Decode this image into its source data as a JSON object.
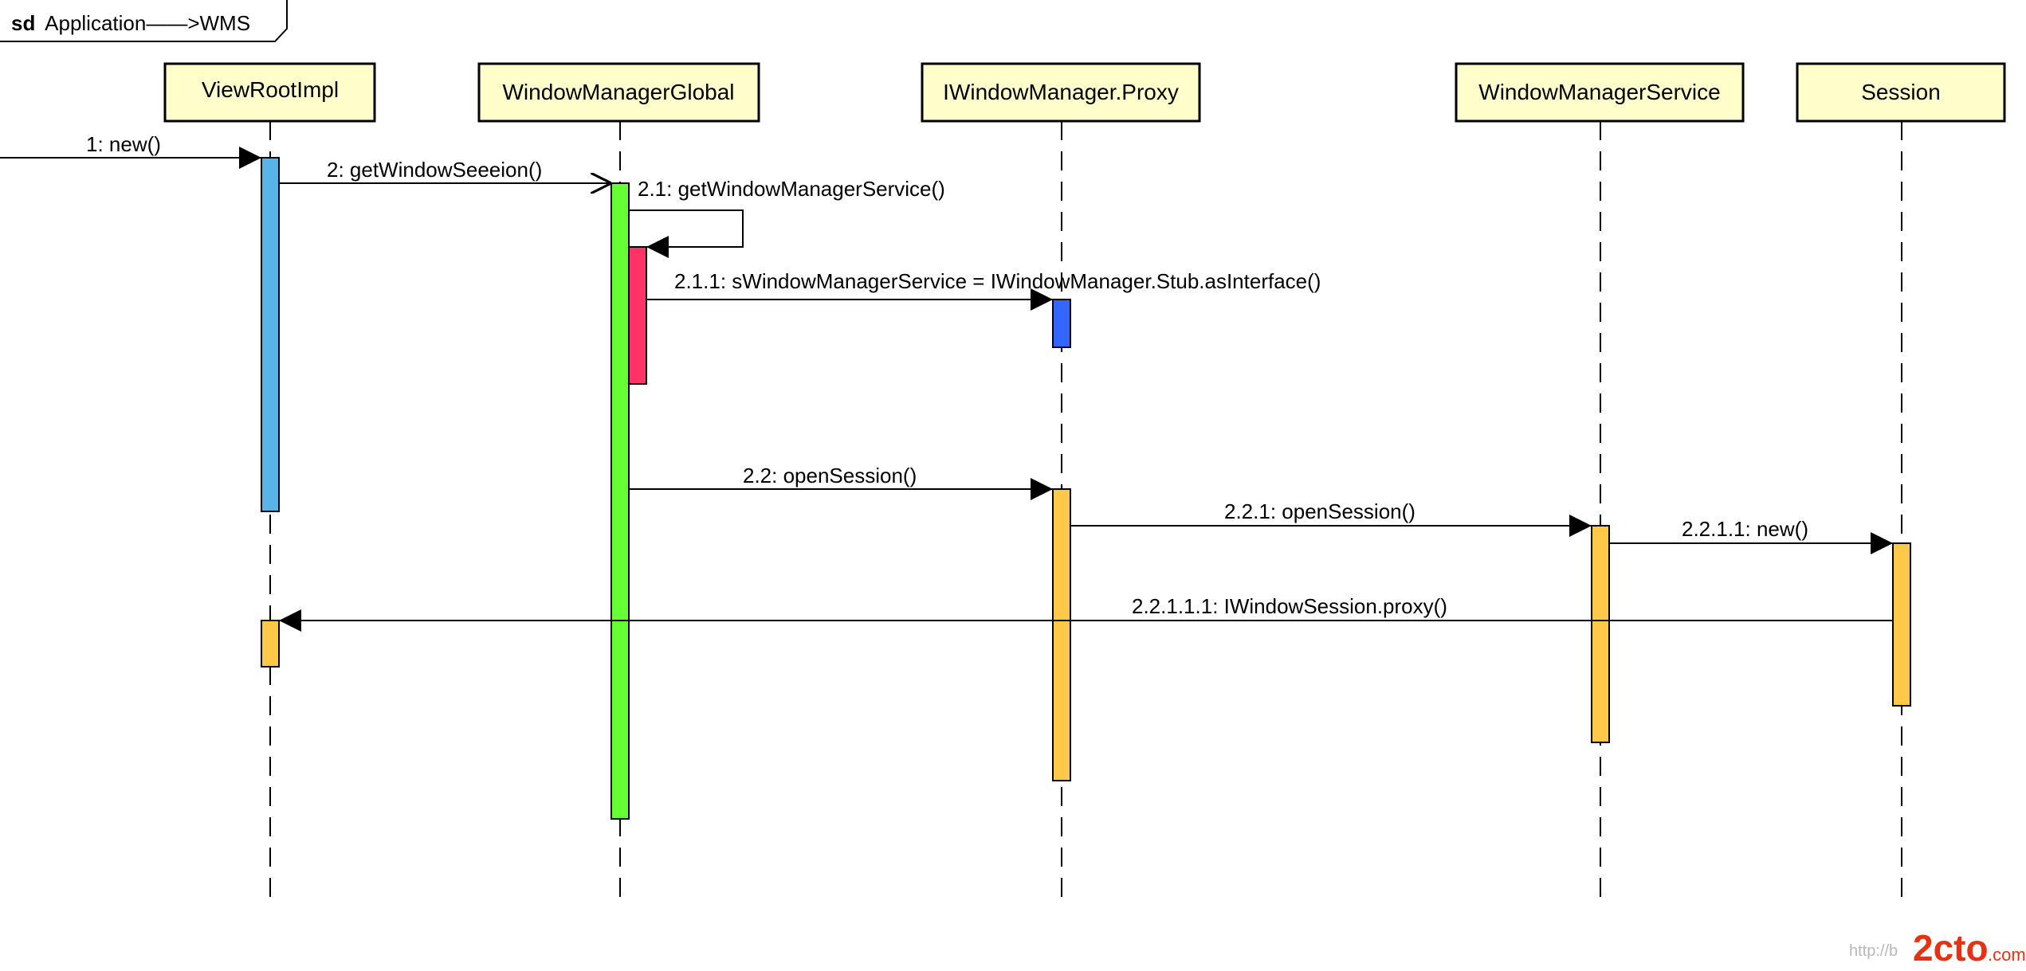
{
  "frame": {
    "keyword": "sd",
    "name": "Application——>WMS"
  },
  "lifelines": [
    {
      "id": "view-root-impl",
      "label": "ViewRootImpl"
    },
    {
      "id": "window-manager-global",
      "label": "WindowManagerGlobal"
    },
    {
      "id": "iwindow-manager-proxy",
      "label": "IWindowManager.Proxy"
    },
    {
      "id": "window-manager-service",
      "label": "WindowManagerService"
    },
    {
      "id": "session",
      "label": "Session"
    }
  ],
  "messages": [
    {
      "id": "msg-1",
      "label": "1: new()",
      "kind": "create"
    },
    {
      "id": "msg-2",
      "label": "2: getWindowSeeeion()",
      "kind": "call"
    },
    {
      "id": "msg-2-1",
      "label": "2.1: getWindowManagerService()",
      "kind": "self"
    },
    {
      "id": "msg-2-1-1",
      "label": "2.1.1: sWindowManagerService = IWindowManager.Stub.asInterface()",
      "kind": "call"
    },
    {
      "id": "msg-2-2",
      "label": "2.2: openSession()",
      "kind": "call"
    },
    {
      "id": "msg-2-2-1",
      "label": "2.2.1: openSession()",
      "kind": "call"
    },
    {
      "id": "msg-2-2-1-1",
      "label": "2.2.1.1: new()",
      "kind": "call"
    },
    {
      "id": "msg-2-2-1-1-1",
      "label": "2.2.1.1.1: IWindowSession.proxy()",
      "kind": "return"
    }
  ],
  "colors": {
    "header_fill": "#FFFFCC",
    "activation_blue_light": "#58B4E6",
    "activation_green": "#66FF33",
    "activation_red": "#FF3366",
    "activation_blue": "#3366FF",
    "activation_orange": "#FFC848",
    "line": "#000000"
  },
  "watermark": {
    "url_text": "http://b",
    "logo_text": "2cto",
    "logo_suffix": ".com",
    "logo_color": "#E63212"
  }
}
